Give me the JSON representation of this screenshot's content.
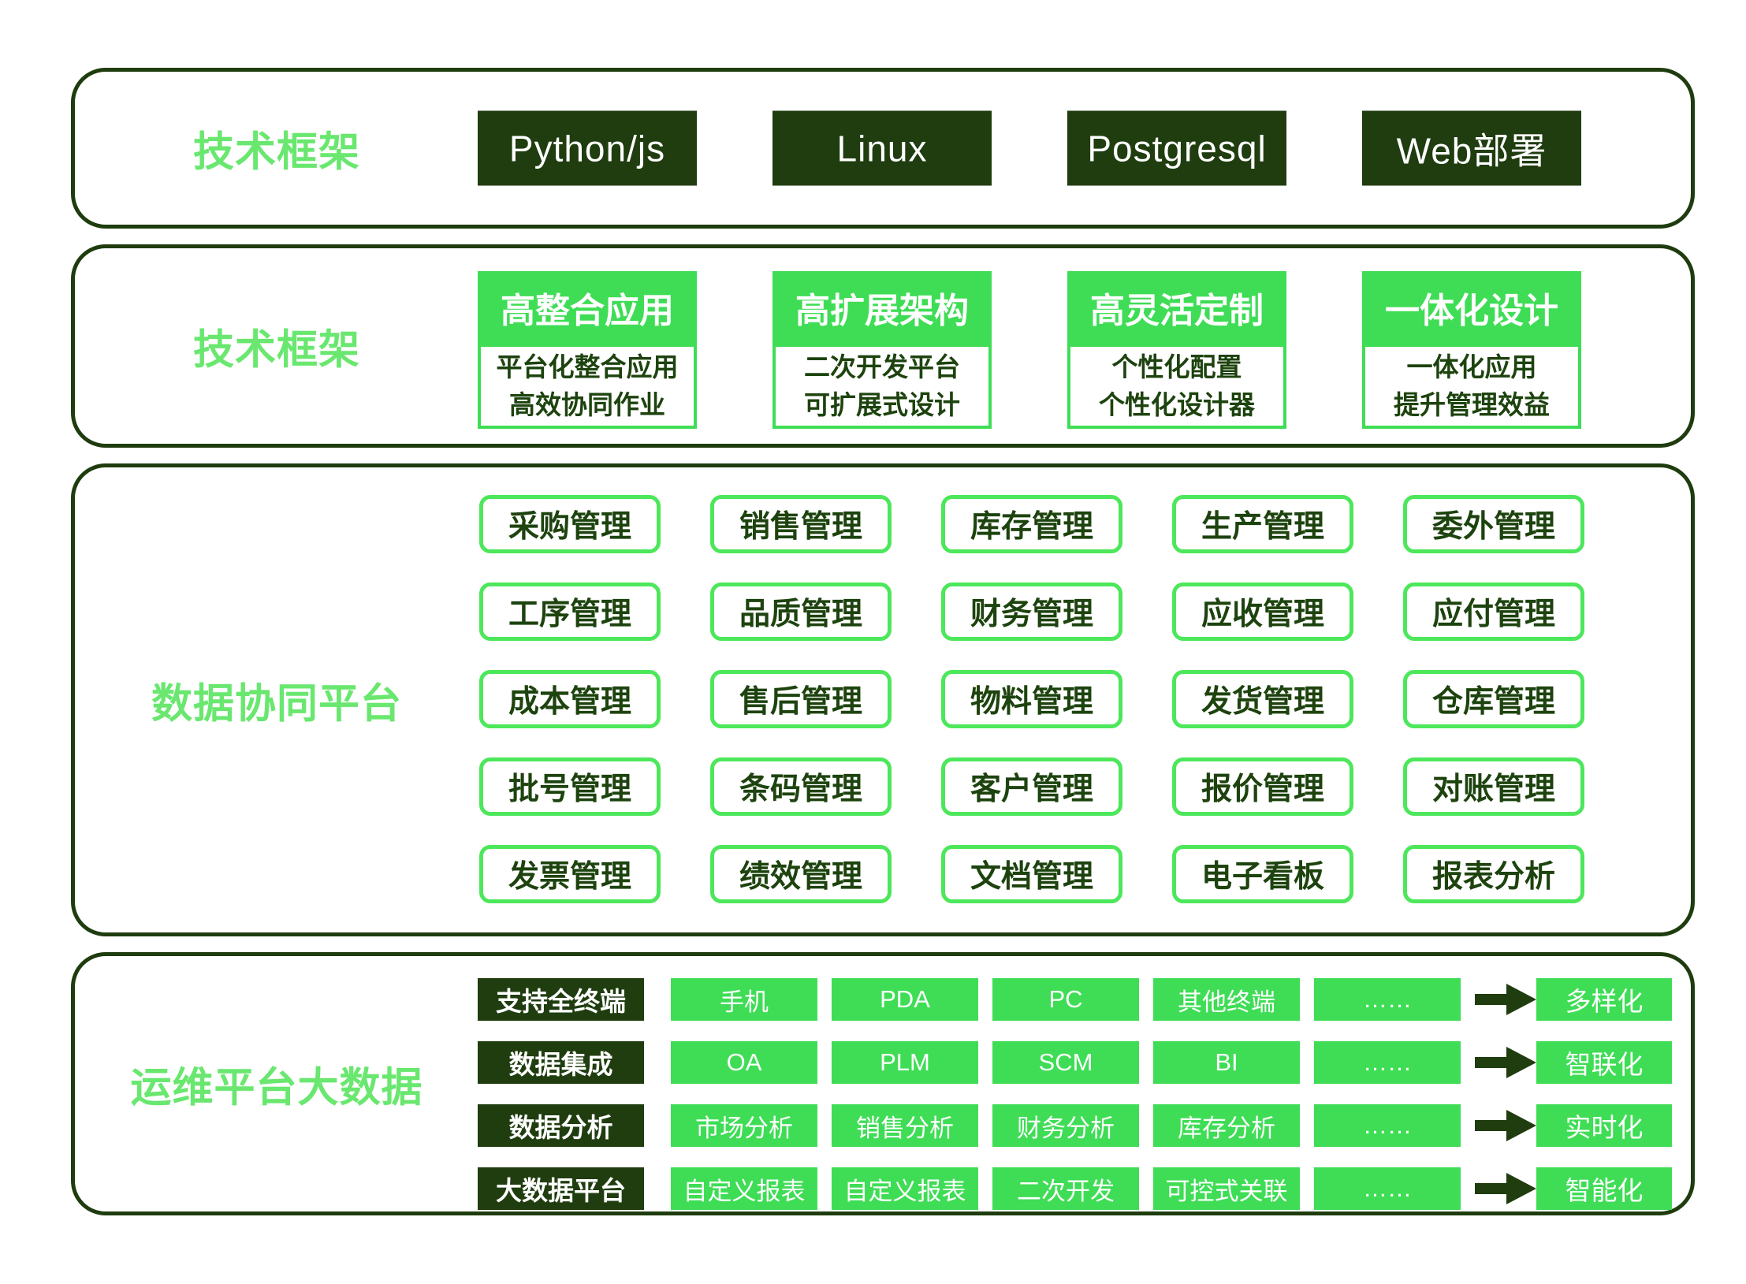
{
  "colors": {
    "dark_green": "#203d10",
    "bright_green": "#3edd55",
    "module_border_green": "#4ce75a",
    "label_green": "#69e76f",
    "module_text_green": "#1d430e",
    "background": "#ffffff"
  },
  "sections": {
    "tech_stack": {
      "label": "技术框架",
      "items": [
        "Python/js",
        "Linux",
        "Postgresql",
        "Web部署"
      ]
    },
    "framework": {
      "label": "技术框架",
      "columns": [
        {
          "title": "高整合应用",
          "line1": "平台化整合应用",
          "line2": "高效协同作业"
        },
        {
          "title": "高扩展架构",
          "line1": "二次开发平台",
          "line2": "可扩展式设计"
        },
        {
          "title": "高灵活定制",
          "line1": "个性化配置",
          "line2": "个性化设计器"
        },
        {
          "title": "一体化设计",
          "line1": "一体化应用",
          "line2": "提升管理效益"
        }
      ]
    },
    "platform": {
      "label": "数据协同平台",
      "modules": [
        "采购管理",
        "销售管理",
        "库存管理",
        "生产管理",
        "委外管理",
        "工序管理",
        "品质管理",
        "财务管理",
        "应收管理",
        "应付管理",
        "成本管理",
        "售后管理",
        "物料管理",
        "发货管理",
        "仓库管理",
        "批号管理",
        "条码管理",
        "客户管理",
        "报价管理",
        "对账管理",
        "发票管理",
        "绩效管理",
        "文档管理",
        "电子看板",
        "报表分析"
      ]
    },
    "bigdata": {
      "label": "运维平台大数据",
      "rows": [
        {
          "category": "支持全终端",
          "cells": [
            "手机",
            "PDA",
            "PC",
            "其他终端",
            "……"
          ],
          "result": "多样化"
        },
        {
          "category": "数据集成",
          "cells": [
            "OA",
            "PLM",
            "SCM",
            "BI",
            "……"
          ],
          "result": "智联化"
        },
        {
          "category": "数据分析",
          "cells": [
            "市场分析",
            "销售分析",
            "财务分析",
            "库存分析",
            "……"
          ],
          "result": "实时化"
        },
        {
          "category": "大数据平台",
          "cells": [
            "自定义报表",
            "自定义报表",
            "二次开发",
            "可控式关联",
            "……"
          ],
          "result": "智能化"
        }
      ]
    }
  }
}
